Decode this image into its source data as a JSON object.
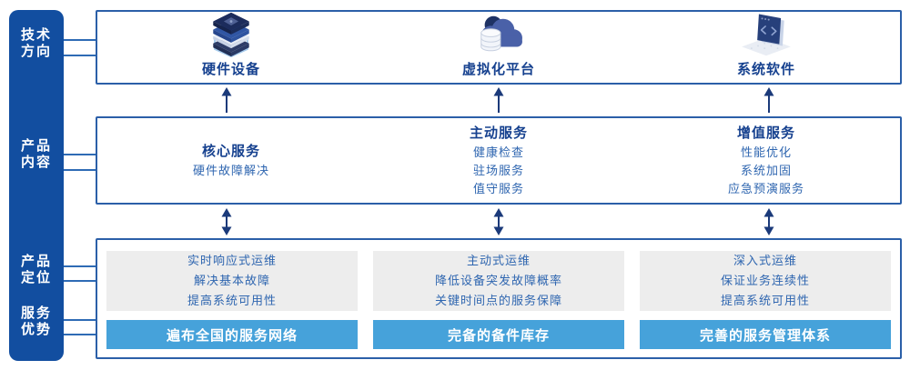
{
  "colors": {
    "rail_blue": "#124EA0",
    "border_blue": "#2B5FA8",
    "connector_blue": "#2E6BB5",
    "heading_navy": "#16418F",
    "body_blue": "#2F66B0",
    "panel_gray": "#EDEDED",
    "bar_sky_blue": "#46A2DA",
    "arrow_navy": "#1B3A7A",
    "white": "#FFFFFF"
  },
  "rail": {
    "labels": [
      {
        "l1": "技术",
        "l2": "方向"
      },
      {
        "l1": "产品",
        "l2": "内容"
      },
      {
        "l1": "产品",
        "l2": "定位"
      },
      {
        "l1": "服务",
        "l2": "优势"
      }
    ]
  },
  "tech_row": {
    "items": [
      {
        "label": "硬件设备",
        "icon": "server-stack-icon"
      },
      {
        "label": "虚拟化平台",
        "icon": "cloud-database-icon"
      },
      {
        "label": "系统软件",
        "icon": "code-window-icon"
      }
    ]
  },
  "product_row": {
    "columns": [
      {
        "heading": "核心服务",
        "items": [
          "硬件故障解决"
        ]
      },
      {
        "heading": "主动服务",
        "items": [
          "健康检查",
          "驻场服务",
          "值守服务"
        ]
      },
      {
        "heading": "增值服务",
        "items": [
          "性能优化",
          "系统加固",
          "应急预演服务"
        ]
      }
    ]
  },
  "position_row": {
    "columns": [
      {
        "points": [
          "实时响应式运维",
          "解决基本故障",
          "提高系统可用性"
        ],
        "advantage": "遍布全国的服务网络"
      },
      {
        "points": [
          "主动式运维",
          "降低设备突发故障概率",
          "关键时间点的服务保障"
        ],
        "advantage": "完备的备件库存"
      },
      {
        "points": [
          "深入式运维",
          "保证业务连续性",
          "提高系统可用性"
        ],
        "advantage": "完善的服务管理体系"
      }
    ]
  }
}
